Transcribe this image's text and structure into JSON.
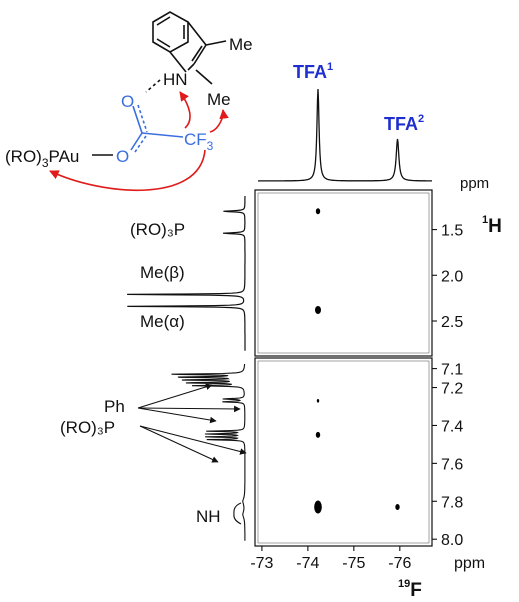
{
  "chart_data": {
    "type": "scatter",
    "subtype": "2D HOESY NMR spectrum",
    "x_axis": {
      "nucleus": "19F",
      "nucleus_sup": "19",
      "nucleus_main": "F",
      "unit": "ppm",
      "range": [
        -72.85,
        -76.7
      ],
      "reversed": true,
      "ticks": [
        {
          "value": -73,
          "label": "-73"
        },
        {
          "value": -74,
          "label": "-74"
        },
        {
          "value": -75,
          "label": "-75"
        },
        {
          "value": -76,
          "label": "-76"
        }
      ]
    },
    "y_axis": {
      "nucleus": "1H",
      "nucleus_sup": "1",
      "nucleus_main": "H",
      "unit": "ppm",
      "panels": [
        {
          "range": [
            1.1,
            2.85
          ],
          "ticks": [
            "1.5",
            "2.0",
            "2.5"
          ],
          "tick_values": [
            1.5,
            2.0,
            2.5
          ]
        },
        {
          "range": [
            7.06,
            8.02
          ],
          "ticks": [
            "7.1",
            "7.2",
            "7.4",
            "7.6",
            "7.8",
            "8.0"
          ],
          "tick_values": [
            7.1,
            7.2,
            7.4,
            7.6,
            7.8,
            8.0
          ]
        }
      ]
    },
    "peaks_19F": [
      {
        "label_main": "TFA",
        "label_sup": "1",
        "shift": -74.22
      },
      {
        "label_main": "TFA",
        "label_sup": "2",
        "shift": -75.95
      }
    ],
    "cross_peaks": [
      {
        "f": -74.22,
        "h": 1.3,
        "intensity": "weak"
      },
      {
        "f": -74.22,
        "h": 2.38,
        "intensity": "medium"
      },
      {
        "f": -74.22,
        "h": 7.27,
        "intensity": "very weak"
      },
      {
        "f": -74.22,
        "h": 7.45,
        "intensity": "weak"
      },
      {
        "f": -74.22,
        "h": 7.83,
        "intensity": "strong"
      },
      {
        "f": -75.95,
        "h": 7.83,
        "intensity": "weak"
      }
    ],
    "proton_labels": {
      "p_ro3p_top": "(RO)₃P",
      "me_beta": "Me(β)",
      "me_alpha": "Me(α)",
      "ph": "Ph",
      "p_ro3p_bottom": "(RO)₃P",
      "nh": "NH"
    }
  },
  "structure": {
    "me_top": "Me",
    "me_right": "Me",
    "hn": "HN",
    "o_top": "O",
    "o_bottom": "O",
    "cf3_main": "CF",
    "cf3_sub": "3",
    "gold_pre": "(RO)",
    "gold_sub": "3",
    "gold_post": "PAu"
  }
}
